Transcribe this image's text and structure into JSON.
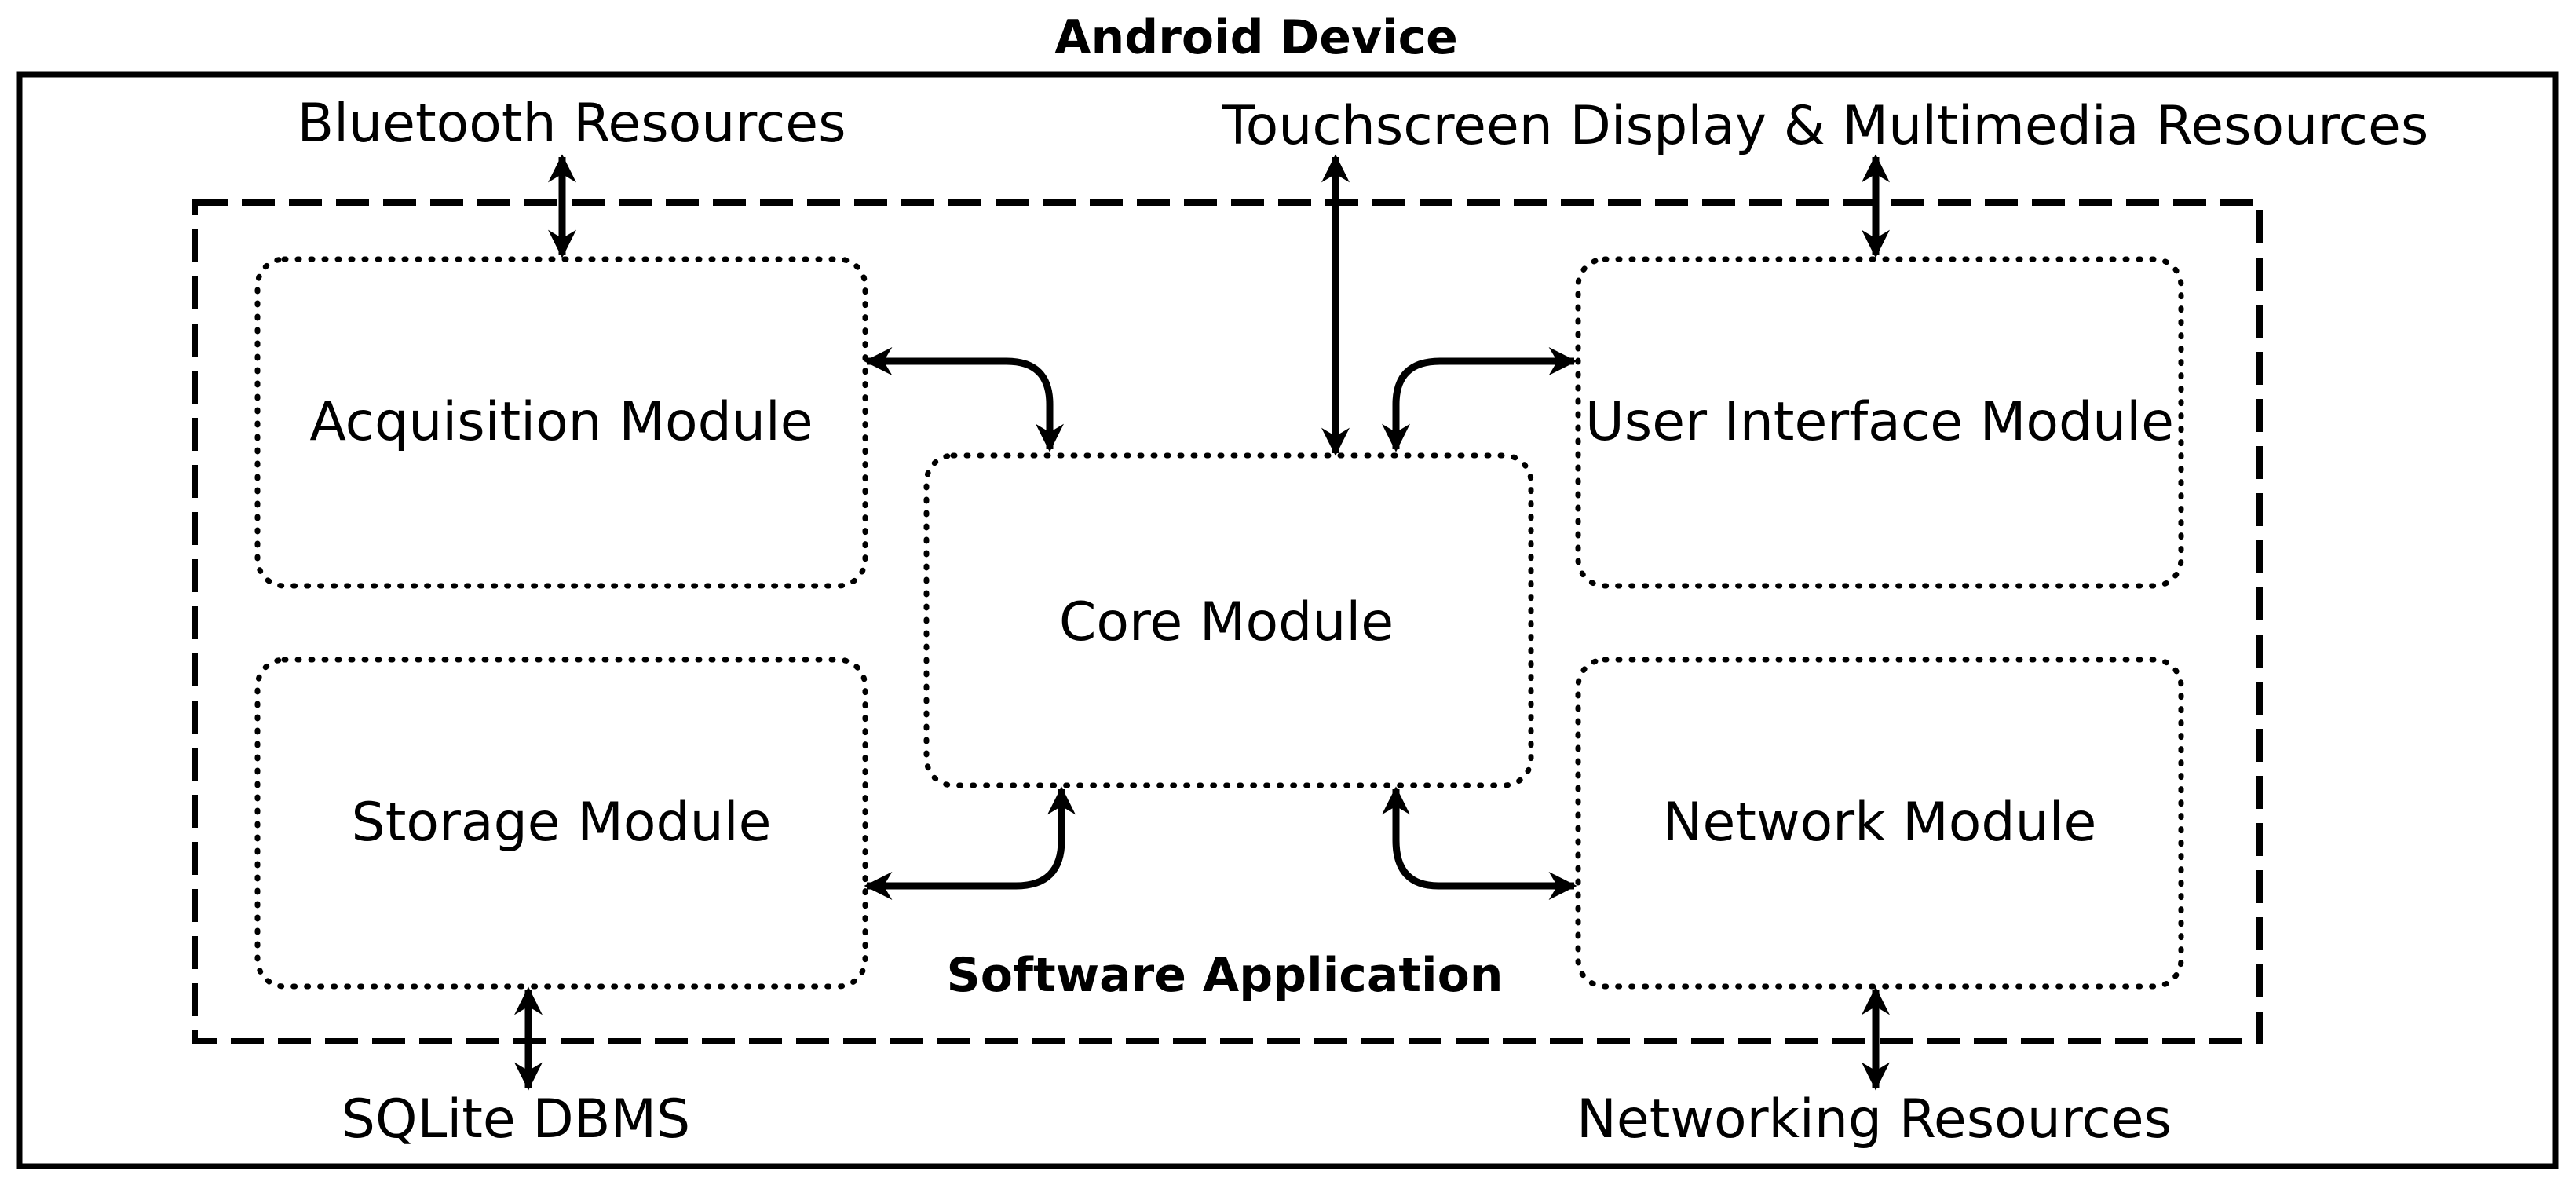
{
  "diagram": {
    "device_title": "Android Device",
    "application_title": "Software Application",
    "modules": {
      "acquisition": "Acquisition Module",
      "storage": "Storage Module",
      "core": "Core Module",
      "user_interface": "User Interface Module",
      "network": "Network Module"
    },
    "resources": {
      "bluetooth": "Bluetooth Resources",
      "touchscreen": "Touchscreen Display & Multimedia Resources",
      "sqlite": "SQLite DBMS",
      "networking": "Networking Resources"
    }
  }
}
